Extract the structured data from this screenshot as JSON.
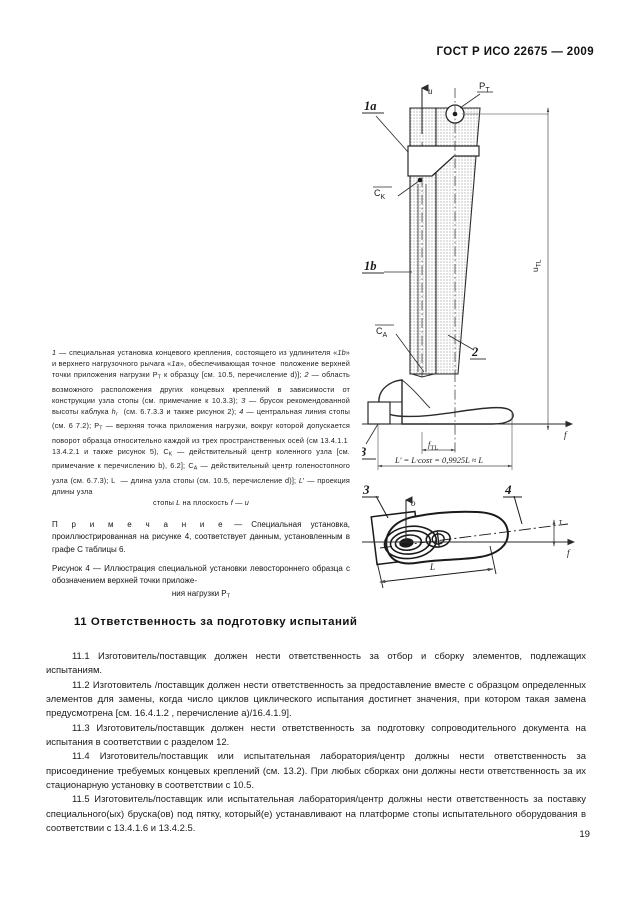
{
  "header": {
    "standard_title": "ГОСТ Р ИСО 22675 — 2009"
  },
  "page": {
    "number": "19"
  },
  "figure": {
    "legend_lines": [
      "1 — специальная установка концевого крепления, состоящего из",
      "удлинителя «1b» и верхнего нагрузочного рычага «1а», обеспечи-",
      "вающая точное  положение верхней точки приложения нагрузки P",
      "к образцу [см. 10.5, перечисление d)]; 2 — область возможного",
      "расположения других концевых креплений в зависимости от кон-",
      "струкции узла стопы (см. примечание к 10.3.3); 3 — брусок реко-",
      "мендованной высоты каблука h",
      "4 — центральная линия стопы (см. 6 7.2); P",
      "приложения нагрузки, вокруг которой допускается поворот образ-",
      "ца относительно каждой из трех пространственных осей (см",
      "13.4.1.1  13.4.2.1 и также рисунок 5), C",
      "коленного узла [см. примечание к перечислению b), 6.2]; C",
      "ствительный центр голеностопного узла (см. 6.7.3); L — длина",
      "узла стопы (см. 10.5, перечисление d)]; L' — проекция длины узла",
      "стопы L на плоскость f — u"
    ],
    "legend_full": "1 — специальная установка концевого крепления, состоящего из удлинителя «1b» и верхнего нагрузочного рычага «1а», обеспечивающая точное  положение верхней точки приложения нагрузки PT к образцу [см. 10.5, перечисление d)]; 2 — область возможного расположения других концевых креплений в зависимости от конструкции узла стопы (см. примечание к 10.3.3); 3 — брусок рекомендованной высоты каблука hr (см. 6.7.3.3 и также рисунок 2); 4 — центральная линия стопы (см. 6 7.2); PT — верхняя точка приложения нагрузки, вокруг которой допускается поворот образца относительно каждой из трех пространственных осей (см 13.4.1.1  13.4.2.1 и также рисунок 5), CK — действительный центр коленного узла [см. примечание к перечислению b), 6.2]; CA — действительный центр голеностопного узла (см. 6.7.3); L — длина узла стопы (см. 10.5, перечисление d)]; L' — проекция длины узла стопы L на плоскость f — u",
    "note_label": "П р и м е ч а н и е",
    "note_text": "— Специальная  установка, проиллюстрированная на рисунке 4, соответствует данным, установленным в графе С таблицы 6.",
    "title_text": "Рисунок 4 — Иллюстрация специальной установки левостороннего образца с обозначением верхней  точки  приложе-",
    "title_last_line": "ния нагрузки P",
    "labels": {
      "part_1a": "1a",
      "part_1b": "1b",
      "part_2": "2",
      "part_3": "3",
      "part_3_plan": "3",
      "part_4_plan": "4",
      "point_pt": "P",
      "point_pt_sub": "T",
      "point_ck": "C",
      "point_ck_sub": "K",
      "point_ca": "C",
      "point_ca_sub": "A",
      "axis_u": "u",
      "axis_f": "f",
      "axis_o": "o",
      "axis_tau": "τ",
      "dim_utl": "u",
      "dim_utl_sub": "TL",
      "dim_ftl": "f",
      "dim_ftl_sub": "TL",
      "dim_L": "L",
      "formula": "L' = L·cosτ = 0,9925L ≈ L"
    }
  },
  "section": {
    "heading": "11 Ответственность за подготовку испытаний",
    "paragraphs": [
      "11.1 Изготовитель/поставщик должен нести ответственность за отбор и сборку элементов, подлежащих испытаниям.",
      "11.2 Изготовитель /поставщик должен нести ответственность за предоставление вместе с образцом определенных элементов для замены, когда число циклов циклического испытания достигнет значения, при котором такая замена предусмотрена [см. 16.4.1.2 , перечисление a)/16.4.1.9].",
      "11.3 Изготовитель/поставщик должен нести ответственность за подготовку сопроводительного  документа на испытания в соответствии с разделом 12.",
      "11.4 Изготовитель/поставщик или испытательная лаборатория/центр должны нести ответственность за присоединение требуемых концевых креплений (см. 13.2). При любых сборках они должны нести ответственность за их стационарную установку в соответствии с 10.5.",
      "11.5 Изготовитель/поставщик или испытательная лаборатория/центр должны нести ответственность за поставку специального(ых) бруска(ов) под пятку, который(е) устанавливают на платформе стопы испытательного оборудования в соответствии с 13.4.1.6 и 13.4.2.5."
    ]
  },
  "colors": {
    "text": "#1a1a1a",
    "line": "#1d1d1d",
    "hatch_fill": "#d9d9d9",
    "dim_line": "#555555"
  }
}
